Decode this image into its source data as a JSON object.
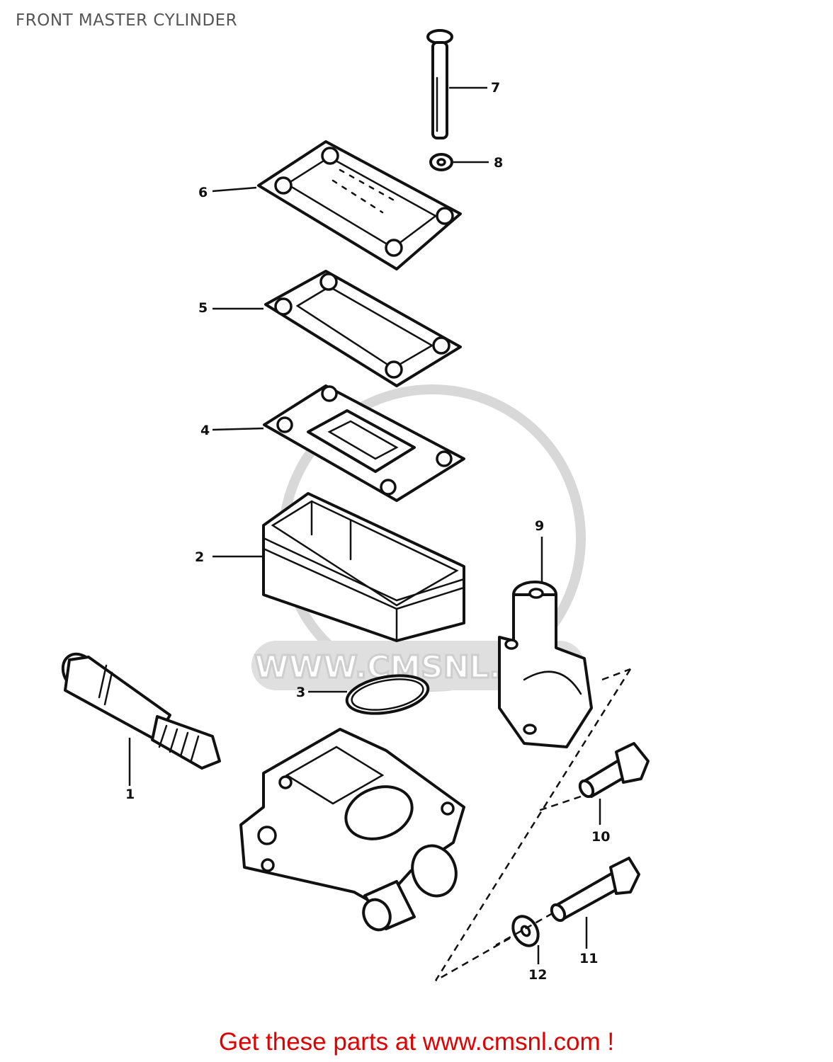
{
  "title": "FRONT MASTER CYLINDER",
  "footer": "Get these parts at www.cmsnl.com !",
  "watermark": "WWW.CMSNL.COM",
  "callouts": [
    "1",
    "2",
    "3",
    "4",
    "5",
    "6",
    "7",
    "8",
    "9",
    "10",
    "11",
    "12"
  ],
  "colors": {
    "line": "#111111",
    "title": "#555555",
    "footer": "#e00000",
    "watermark": "#c9c9c9"
  }
}
